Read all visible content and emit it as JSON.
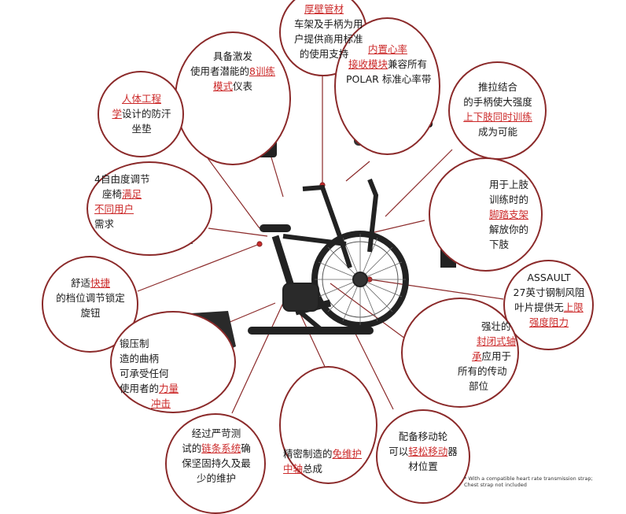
{
  "callouts": {
    "frame": {
      "line1_red": "厚壁管材",
      "line2": "车架及手柄为用",
      "line3": "户提供商用标准",
      "line4": "的使用支持"
    },
    "console": {
      "line1": "具备激发",
      "line2a": "使用者潜能的",
      "line2b": "8训练",
      "line3a": "模式",
      "line3b": "仪表"
    },
    "polar": {
      "line1_red": "内置心率",
      "line2a": "接收模块",
      "line2b": "兼容所有",
      "line3": "POLAR 标准心率带",
      "logo_text": "POLAR"
    },
    "seat_pad": {
      "line1_red": "人体工程",
      "line2a": "学",
      "line2b": "设计的防汗",
      "line3": "坐垫"
    },
    "handles": {
      "line1": "推拉结合",
      "line2": "的手柄使大强度",
      "line3_red": "上下肢同时训练",
      "line4": "成为可能"
    },
    "seat_adjust": {
      "line1": "4自由度调节",
      "line2a": "座椅",
      "line2b": "满足",
      "line3_red": "不同用户",
      "line4": "需求"
    },
    "footrest": {
      "line1": "用于上肢",
      "line2": "训练时的",
      "line3_red": "脚踏支架",
      "line4": "解放你的",
      "line5": "下肢"
    },
    "quick_lock": {
      "line1a": "舒适",
      "line1b": "快捷",
      "line2": "的档位调节锁定",
      "line3": "旋钮"
    },
    "fan": {
      "line1": "ASSAULT",
      "line2": "27英寸钢制风阻",
      "line3a": "叶片提供无",
      "line3b": "上限",
      "line4_red": "强度阻力"
    },
    "crank": {
      "line1": "锻压制",
      "line2": "造的曲柄",
      "line3": "可承受任何",
      "line4a": "使用者的",
      "line4b": "力量",
      "line5_red": "冲击"
    },
    "bearing": {
      "line1": "强壮的",
      "line2_red": "封闭式轴",
      "line3a": "承",
      "line3b": "应用于",
      "line4": "所有的传动",
      "line5": "部位"
    },
    "chain": {
      "line1": "经过严苛测",
      "line2a": "试的",
      "line2b": "链条系统",
      "line2c": "确",
      "line3": "保坚固持久及最",
      "line4": "少的维护"
    },
    "axle": {
      "line1a": "精密制造的",
      "line1b": "免维护",
      "line2a": "中轴",
      "line2b": "总成"
    },
    "casters": {
      "line1": "配备移动轮",
      "line2a": "可以",
      "line2b": "轻松移动",
      "line2c": "器",
      "line3": "材位置"
    }
  },
  "footnote": {
    "line1": "* With a compatible heart rate transmission strap;",
    "line2": "Chest strap not included"
  },
  "colors": {
    "ring": "#8b2a2a",
    "accent": "#cc2a2a",
    "frame": "#222222"
  }
}
